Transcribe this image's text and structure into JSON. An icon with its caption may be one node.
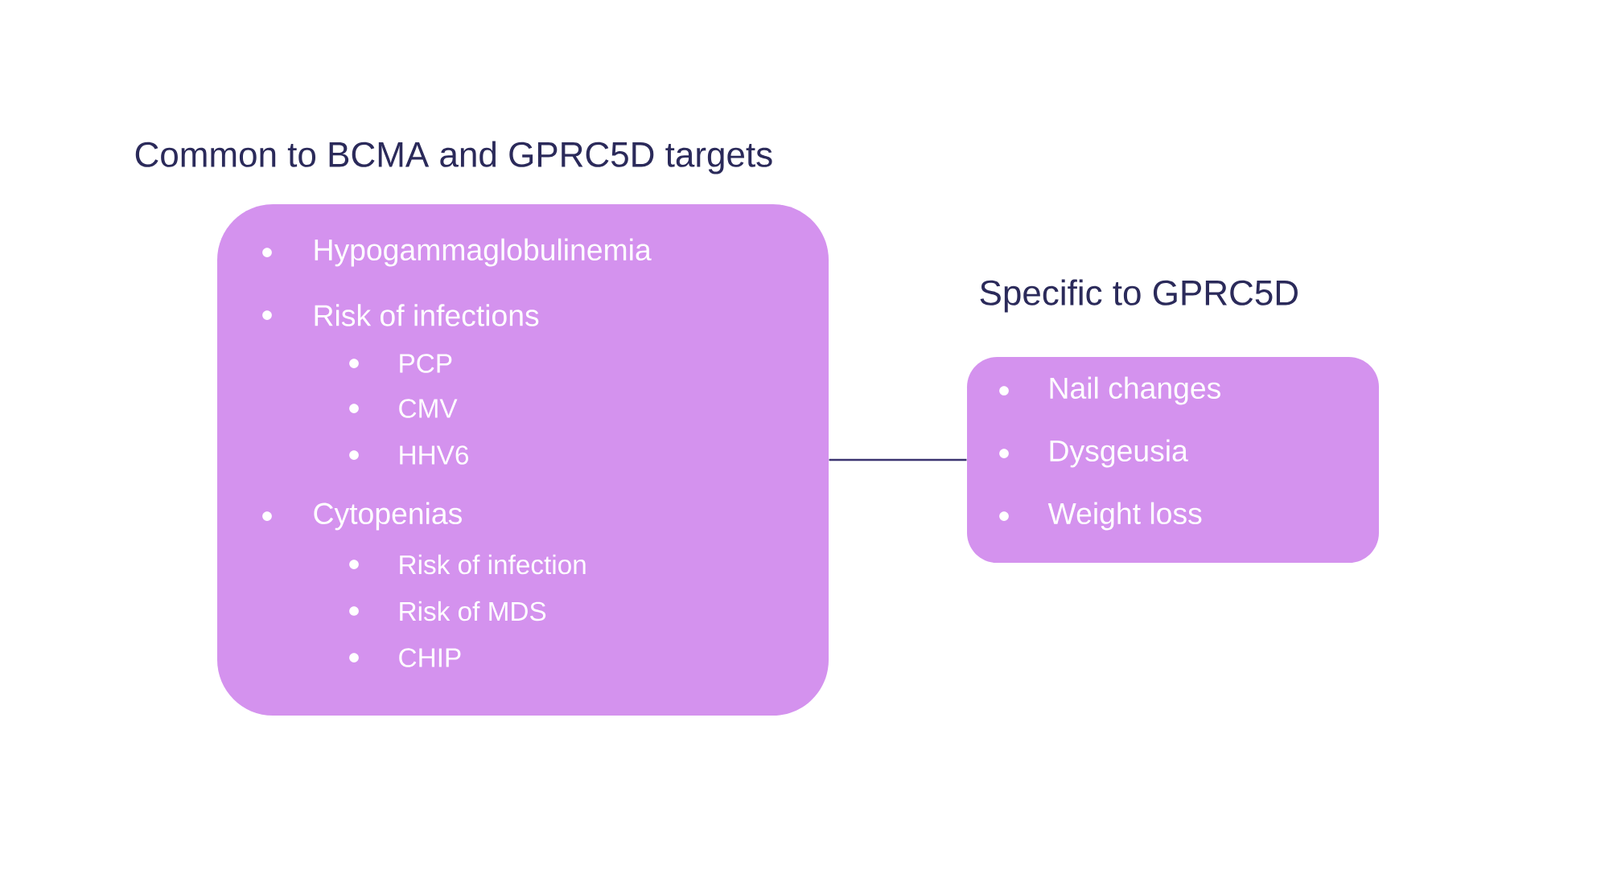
{
  "diagram": {
    "nodes": [
      {
        "text": [
          "Common to BCMA and GPRC5D targets",
          "Hypogammaglobulinemia",
          "Risk of infections",
          "PCP",
          "CMV",
          "HHV6",
          "Cytopenias",
          "Risk of infection",
          "Risk of MDS",
          "CHIP"
        ]
      },
      {
        "text": [
          "Specific to GPRC5D",
          "Nail changes",
          "Dysgeusia",
          "Weight loss"
        ]
      }
    ],
    "edges": [
      {
        "from": 0,
        "to": 1,
        "arrow": "none"
      }
    ]
  }
}
